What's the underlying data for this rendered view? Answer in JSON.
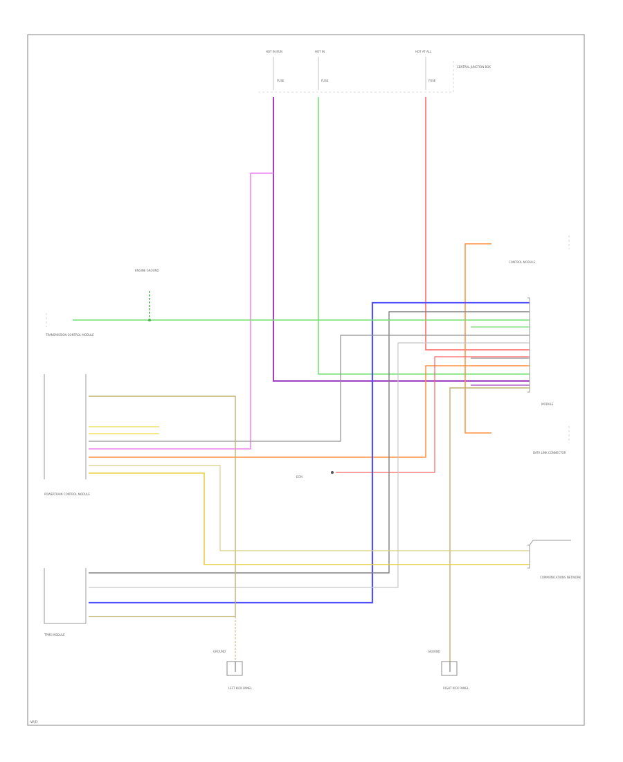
{
  "colors": {
    "frame": "#9a9a9a",
    "text": "#707070",
    "pink": "#f080f0",
    "purple": "#a040c0",
    "green": "#70e070",
    "red": "#ff6060",
    "orange": "#ff9040",
    "blue": "#5050ff",
    "gray": "#909090",
    "yellow": "#f0e060",
    "yellow2": "#e8d040",
    "tan": "#c0b070",
    "lightgray": "#c8c8c8"
  },
  "labels": {
    "hot_at_all_1": "HOT IN RUN",
    "hot_at_all_2": "HOT IN",
    "hot_at_all_3": "HOT AT ALL",
    "fuse_1": "FUSE",
    "fuse_2": "FUSE",
    "fuse_3": "FUSE",
    "central_box": "CENTRAL JUNCTION BOX",
    "engine_ground": "ENGINE GROUND",
    "trans_control_module": "TRANSMISSION CONTROL MODULE",
    "terminal_ecm": "ECM",
    "pcm_label": "POWERTRAIN CONTROL MODULE",
    "comm_net": "COMMUNICATIONS NETWORK",
    "right_module": "MODULE",
    "right_module_2": "CONTROL MODULE",
    "data_link": "DATA LINK CONNECTOR",
    "bottom_left_module": "TPMS MODULE",
    "ground_left": "GROUND",
    "ground_right": "GROUND",
    "ground_left_label": "LEFT KICK PANEL",
    "ground_right_label": "RIGHT KICK PANEL",
    "footer": "W/D"
  }
}
